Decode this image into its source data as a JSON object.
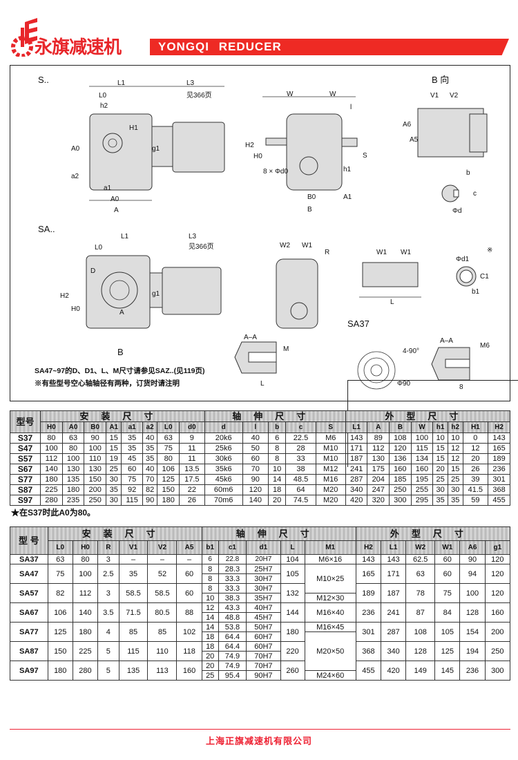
{
  "header": {
    "brand_cn": "永旗减速机",
    "brand_en": "YONGQI  REDUCER",
    "accent": "#ee2a24"
  },
  "drawing": {
    "s_title": "S..",
    "sa_title": "SA..",
    "b_view": "B 向",
    "sa37_title": "SA37",
    "labels": [
      "L1",
      "L3",
      "见366页",
      "L0",
      "h2",
      "H1",
      "A0",
      "a2",
      "a1",
      "A0",
      "A",
      "g1",
      "W",
      "W",
      "l",
      "H2",
      "H0",
      "8 × Φd0",
      "h1",
      "S",
      "B0",
      "A1",
      "B",
      "V1",
      "V2",
      "A6",
      "A5",
      "b",
      "c",
      "Φd",
      "L1",
      "L3",
      "见366页",
      "L0",
      "D",
      "H2",
      "H0",
      "g1",
      "A",
      "B",
      "W2",
      "W1",
      "R",
      "W1",
      "W1",
      "L",
      "Φd1",
      "※",
      "C1",
      "b1",
      "A–A",
      "M",
      "L",
      "A–A",
      "M6",
      "4-90°",
      "Φ90",
      "8"
    ],
    "note1": "SA47~97的D、D1、L、M尺寸请参见SAZ..(见119页)",
    "note2": "※有些型号空心轴轴径有两种，订货时请注明"
  },
  "table1": {
    "model_header": "型号",
    "groups": [
      "安装尺寸",
      "轴伸尺寸",
      "外型尺寸"
    ],
    "columns": [
      "H0",
      "A0",
      "B0",
      "A1",
      "a1",
      "a2",
      "L0",
      "d0",
      "d",
      "l",
      "b",
      "c",
      "S",
      "L1",
      "A",
      "B",
      "W",
      "h1",
      "h2",
      "H1",
      "H2"
    ],
    "rows": [
      [
        "S37",
        "80",
        "63",
        "90",
        "15",
        "35",
        "40",
        "63",
        "9",
        "20k6",
        "40",
        "6",
        "22.5",
        "M6",
        "143",
        "89",
        "108",
        "100",
        "10",
        "10",
        "0",
        "143"
      ],
      [
        "S47",
        "100",
        "80",
        "100",
        "15",
        "35",
        "35",
        "75",
        "11",
        "25k6",
        "50",
        "8",
        "28",
        "M10",
        "171",
        "112",
        "120",
        "115",
        "15",
        "12",
        "12",
        "165"
      ],
      [
        "S57",
        "112",
        "100",
        "110",
        "19",
        "45",
        "35",
        "80",
        "11",
        "30k6",
        "60",
        "8",
        "33",
        "M10",
        "187",
        "130",
        "136",
        "134",
        "15",
        "12",
        "20",
        "189"
      ],
      [
        "S67",
        "140",
        "130",
        "130",
        "25",
        "60",
        "40",
        "106",
        "13.5",
        "35k6",
        "70",
        "10",
        "38",
        "M12",
        "241",
        "175",
        "160",
        "160",
        "20",
        "15",
        "26",
        "236"
      ],
      [
        "S77",
        "180",
        "135",
        "150",
        "30",
        "75",
        "70",
        "125",
        "17.5",
        "45k6",
        "90",
        "14",
        "48.5",
        "M16",
        "287",
        "204",
        "185",
        "195",
        "25",
        "25",
        "39",
        "301"
      ],
      [
        "S87",
        "225",
        "180",
        "200",
        "35",
        "92",
        "82",
        "150",
        "22",
        "60m6",
        "120",
        "18",
        "64",
        "M20",
        "340",
        "247",
        "250",
        "255",
        "30",
        "30",
        "41.5",
        "368"
      ],
      [
        "S97",
        "280",
        "235",
        "250",
        "30",
        "115",
        "90",
        "180",
        "26",
        "70m6",
        "140",
        "20",
        "74.5",
        "M20",
        "420",
        "320",
        "300",
        "295",
        "35",
        "35",
        "59",
        "455"
      ]
    ],
    "footnote": "★在S37时此A0为80。"
  },
  "table2": {
    "model_header": "型 号",
    "groups": [
      "安装尺寸",
      "轴伸尺寸",
      "外型尺寸"
    ],
    "columns": [
      "L0",
      "H0",
      "R",
      "V1",
      "V2",
      "A5",
      "b1",
      "c1",
      "d1",
      "L",
      "M1",
      "H2",
      "L1",
      "W2",
      "W1",
      "A6",
      "g1"
    ],
    "rows": [
      {
        "model": "SA37",
        "mount": [
          "63",
          "80",
          "3",
          "–",
          "–",
          "–"
        ],
        "shaft": [
          [
            "6",
            "22.8",
            "20H7"
          ]
        ],
        "L": "104",
        "outer": [
          "143",
          "143",
          "62.5",
          "60",
          "90",
          "120"
        ]
      },
      {
        "model": "SA47",
        "mount": [
          "75",
          "100",
          "2.5",
          "35",
          "52",
          "60"
        ],
        "shaft": [
          [
            "8",
            "28.3",
            "25H7"
          ],
          [
            "8",
            "33.3",
            "30H7"
          ]
        ],
        "L": "105",
        "outer": [
          "165",
          "171",
          "63",
          "60",
          "94",
          "120"
        ]
      },
      {
        "model": "SA57",
        "mount": [
          "82",
          "112",
          "3",
          "58.5",
          "58.5",
          "60"
        ],
        "shaft": [
          [
            "8",
            "33.3",
            "30H7"
          ],
          [
            "10",
            "38.3",
            "35H7"
          ]
        ],
        "L": "132",
        "outer": [
          "189",
          "187",
          "78",
          "75",
          "100",
          "120"
        ]
      },
      {
        "model": "SA67",
        "mount": [
          "106",
          "140",
          "3.5",
          "71.5",
          "80.5",
          "88"
        ],
        "shaft": [
          [
            "12",
            "43.3",
            "40H7"
          ],
          [
            "14",
            "48.8",
            "45H7"
          ]
        ],
        "L": "144",
        "outer": [
          "236",
          "241",
          "87",
          "84",
          "128",
          "160"
        ]
      },
      {
        "model": "SA77",
        "mount": [
          "125",
          "180",
          "4",
          "85",
          "85",
          "102"
        ],
        "shaft": [
          [
            "14",
            "53.8",
            "50H7"
          ],
          [
            "18",
            "64.4",
            "60H7"
          ]
        ],
        "L": "180",
        "outer": [
          "301",
          "287",
          "108",
          "105",
          "154",
          "200"
        ]
      },
      {
        "model": "SA87",
        "mount": [
          "150",
          "225",
          "5",
          "115",
          "110",
          "118"
        ],
        "shaft": [
          [
            "18",
            "64.4",
            "60H7"
          ],
          [
            "20",
            "74.9",
            "70H7"
          ]
        ],
        "L": "220",
        "outer": [
          "368",
          "340",
          "128",
          "125",
          "194",
          "250"
        ]
      },
      {
        "model": "SA97",
        "mount": [
          "180",
          "280",
          "5",
          "135",
          "113",
          "160"
        ],
        "shaft": [
          [
            "20",
            "74.9",
            "70H7"
          ],
          [
            "25",
            "95.4",
            "90H7"
          ]
        ],
        "L": "260",
        "outer": [
          "455",
          "420",
          "149",
          "145",
          "236",
          "300"
        ]
      }
    ],
    "m1": [
      "M6×16",
      "M10×25",
      "M12×30",
      "M16×40",
      "M16×45",
      "M20×50",
      "M24×60"
    ]
  },
  "footer": {
    "company": "上海正旗减速机有限公司"
  }
}
